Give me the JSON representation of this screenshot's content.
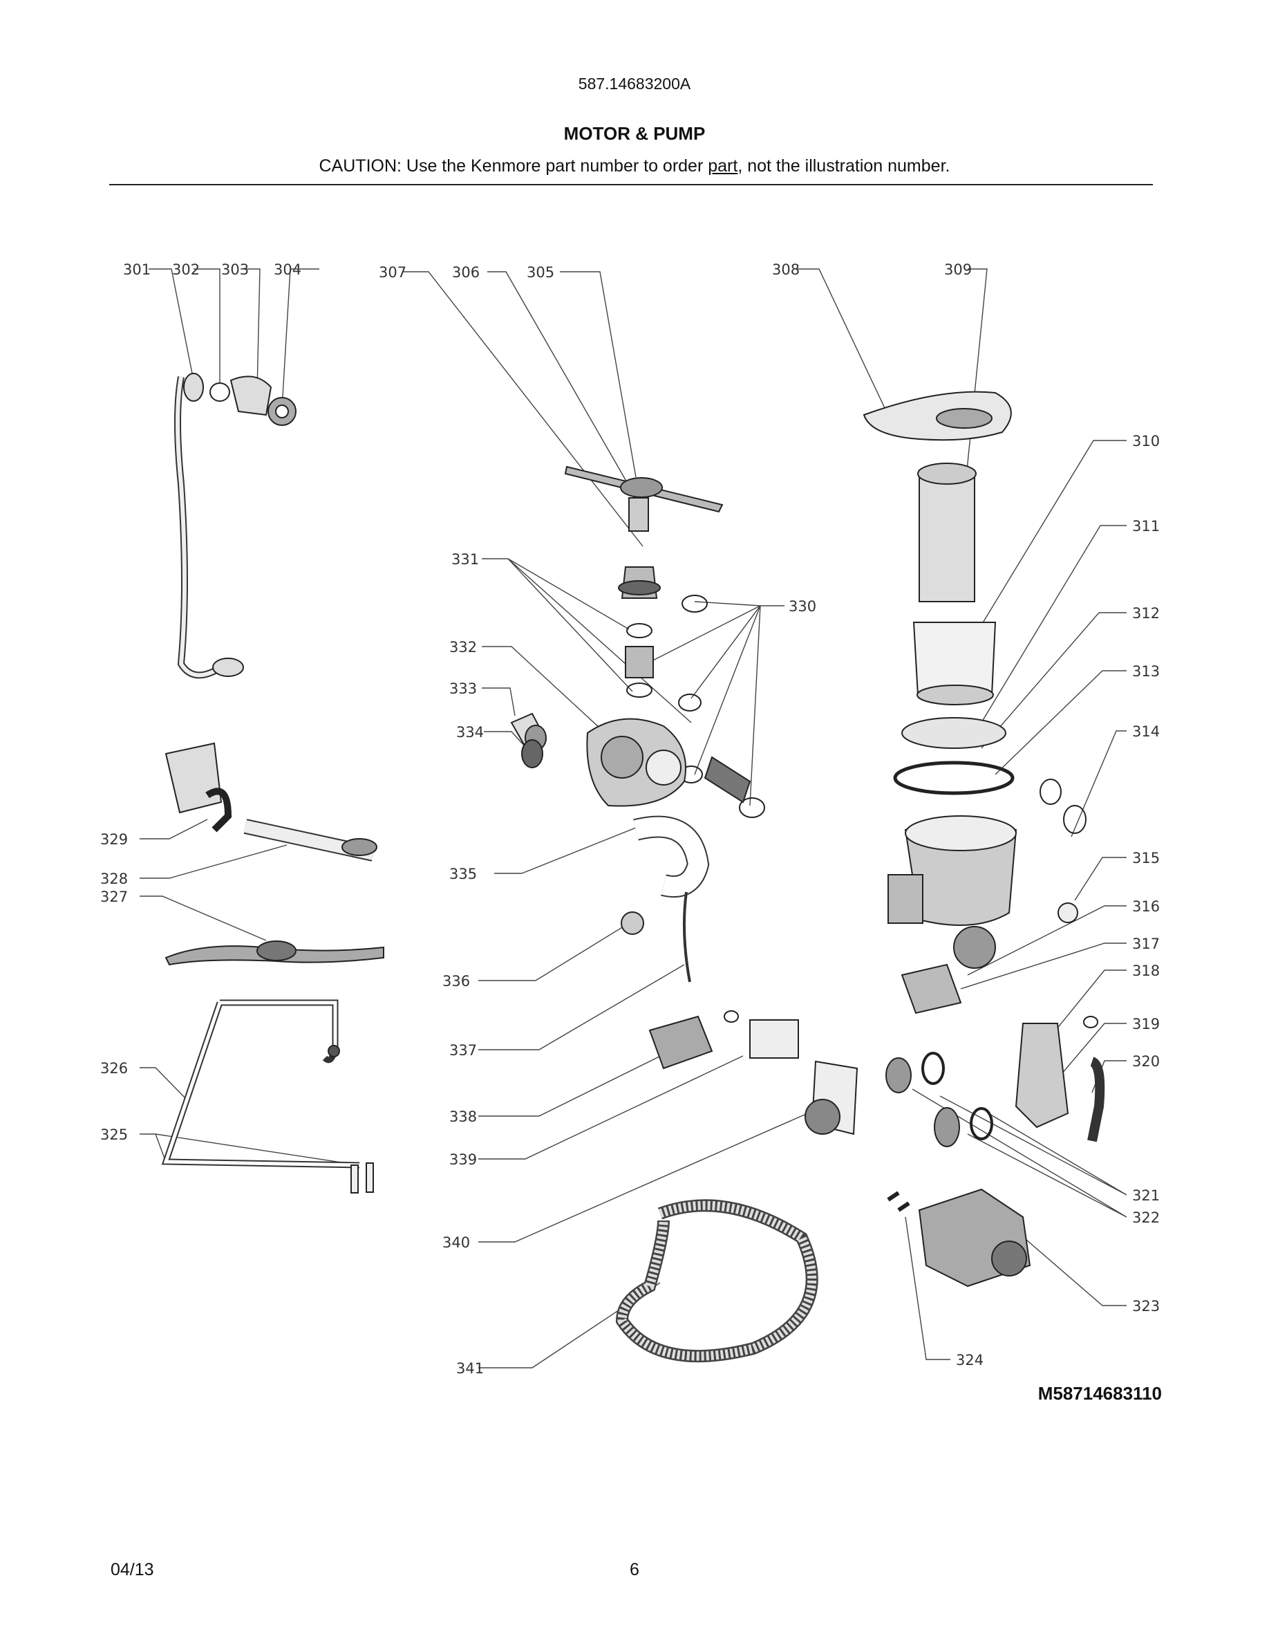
{
  "header": {
    "model": "587.14683200A",
    "title": "MOTOR & PUMP",
    "caution_pre": "CAUTION: Use the Kenmore part number to order ",
    "caution_link": "part",
    "caution_post": ", not the illustration number."
  },
  "callouts": [
    "301",
    "302",
    "303",
    "304",
    "305",
    "306",
    "307",
    "308",
    "309",
    "310",
    "311",
    "312",
    "313",
    "314",
    "315",
    "316",
    "317",
    "318",
    "319",
    "320",
    "321",
    "322",
    "323",
    "324",
    "325",
    "326",
    "327",
    "328",
    "329",
    "330",
    "331",
    "332",
    "333",
    "334",
    "335",
    "336",
    "337",
    "338",
    "339",
    "340",
    "341"
  ],
  "footer": {
    "ref": "M58714683110",
    "date": "04/13",
    "page": "6"
  }
}
